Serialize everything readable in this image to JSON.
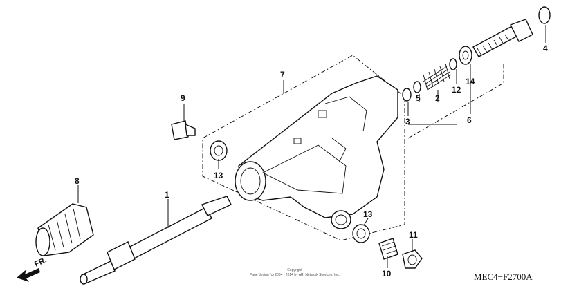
{
  "diagram": {
    "callouts": [
      "1",
      "2",
      "3",
      "4",
      "5",
      "6",
      "7",
      "8",
      "9",
      "10",
      "11",
      "12",
      "13",
      "13",
      "14"
    ],
    "front_label": "FR.",
    "diagram_code": "MEC4−F2700A",
    "copyright": [
      "Copyright",
      "Page design (c) 2004 - 2014 by ARI Network Services, Inc."
    ]
  }
}
